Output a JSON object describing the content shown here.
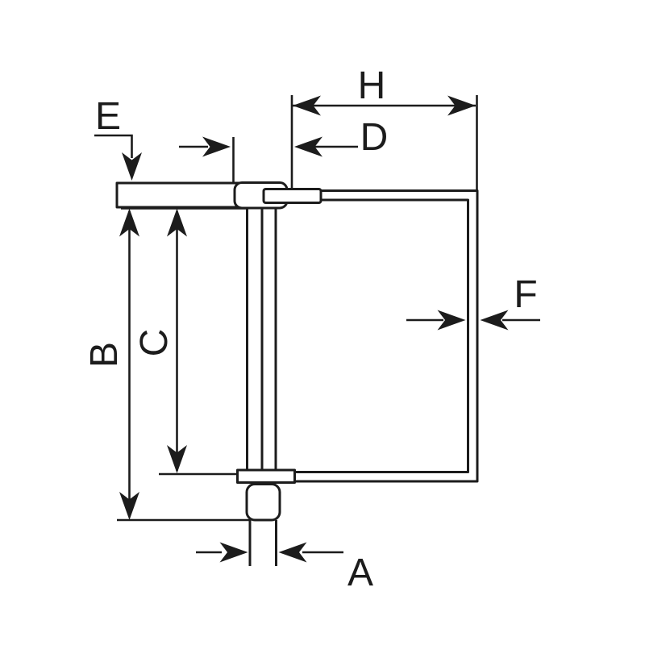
{
  "diagram": {
    "kind": "technical dimension drawing",
    "subject": "shaft lock pin with square wire bail",
    "background_color": "#ffffff",
    "line_color": "#1c1c1c",
    "labels": {
      "H": "H",
      "D": "D",
      "E": "E",
      "B": "B",
      "C": "C",
      "F": "F",
      "A": "A"
    }
  }
}
